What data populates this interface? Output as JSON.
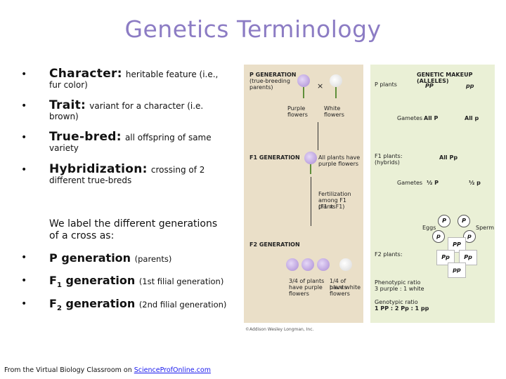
{
  "title": "Genetics Terminology",
  "bullets": [
    {
      "term": "Character:",
      "definition": "heritable feature (i.e.,",
      "continuation": "fur color)"
    },
    {
      "term": "Trait:",
      "definition": "variant for a character (i.e.",
      "continuation": "brown)"
    },
    {
      "term": "True-bred:",
      "definition": "all offspring of same",
      "continuation": "variety"
    },
    {
      "term": "Hybridization:",
      "definition": "crossing of 2",
      "continuation": "different true-breds"
    }
  ],
  "bullet_symbol": "•",
  "intro": "We label the different generations of a cross as:",
  "generations": [
    {
      "prefix": "P",
      "sub": "",
      "label": "generation",
      "note": "(parents)"
    },
    {
      "prefix": "F",
      "sub": "1",
      "label": "generation",
      "note": "(1st filial generation)"
    },
    {
      "prefix": "F",
      "sub": "2",
      "label": "generation",
      "note": "(2nd filial generation)"
    }
  ],
  "footer": {
    "text": "From the Virtual Biology Classroom on ",
    "link": "ScienceProfOnline.com"
  },
  "figure": {
    "p_generation": "P GENERATION",
    "true_breeding": "(true-breeding",
    "parents": "parents)",
    "cross": "×",
    "purple_flowers_1": "Purple",
    "purple_flowers_2": "flowers",
    "white_flowers_1": "White",
    "white_flowers_2": "flowers",
    "f1_generation": "F1 GENERATION",
    "all_plants_1": "All plants have",
    "all_plants_2": "purple flowers",
    "fert_1": "Fertilization",
    "fert_2": "among F1 plants",
    "fert_3": "(F1 × F1)",
    "f2_generation": "F2 GENERATION",
    "three_fourths_1": "3/4 of plants",
    "three_fourths_2": "have purple",
    "three_fourths_3": "flowers",
    "one_fourth_1": "1/4 of plants",
    "one_fourth_2": "have white",
    "one_fourth_3": "flowers",
    "genetic_makeup": "GENETIC MAKEUP (ALLELES)",
    "p_plants": "P plants",
    "pp_left": "PP",
    "pp_right": "pp",
    "gametes_label": "Gametes",
    "all_P": "All P",
    "all_p": "All p",
    "f1_plants_1": "F1 plants:",
    "f1_plants_2": "(hybrids)",
    "all_Pp": "All Pp",
    "gametes_2": "Gametes",
    "half_P": "½ P",
    "half_p": "½ p",
    "eggs": "Eggs",
    "sperm": "Sperm",
    "f2_plants": "F2 plants:",
    "pheno_1": "Phenotypic ratio",
    "pheno_2": "3 purple : 1 white",
    "geno_1": "Genotypic ratio",
    "geno_2": "1 PP : 2 Pp : 1 pp",
    "egg_P": "P",
    "egg_p": "p",
    "sperm_P": "P",
    "sperm_p": "p",
    "cell_PP": "PP",
    "cell_Pp1": "Pp",
    "cell_Pp2": "Pp",
    "cell_pp": "pp",
    "copyright": "©Addison Wesley Longman, Inc."
  },
  "colors": {
    "title": "#8c7cc4",
    "panel_left": "#eadfc8",
    "panel_right": "#eaf0d6",
    "link": "#1a1aee"
  }
}
